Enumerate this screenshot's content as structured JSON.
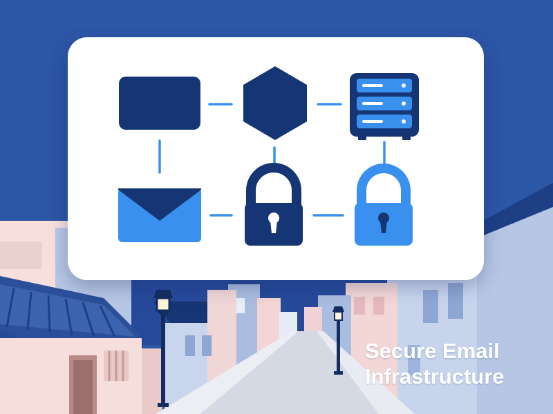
{
  "caption": {
    "line1": "Secure Email",
    "line2": "Infrastructure"
  },
  "diagram": {
    "nodes": [
      {
        "id": "monitor",
        "icon": "monitor-icon",
        "color": "#163574"
      },
      {
        "id": "hexagon",
        "icon": "hexagon-icon",
        "color": "#163574"
      },
      {
        "id": "server",
        "icon": "server-icon",
        "color": "#163574"
      },
      {
        "id": "envelope",
        "icon": "envelope-icon",
        "color": "#3a90ee"
      },
      {
        "id": "padlock-dark",
        "icon": "padlock-icon",
        "color": "#163574"
      },
      {
        "id": "padlock-light",
        "icon": "padlock-icon",
        "color": "#3a90ee"
      }
    ],
    "connections": [
      [
        "monitor",
        "hexagon"
      ],
      [
        "hexagon",
        "server"
      ],
      [
        "monitor",
        "envelope"
      ],
      [
        "hexagon",
        "padlock-dark"
      ],
      [
        "server",
        "padlock-light"
      ],
      [
        "envelope",
        "padlock-dark"
      ],
      [
        "padlock-dark",
        "padlock-light"
      ]
    ],
    "connector_color": "#3a90ee"
  },
  "colors": {
    "sky": "#2c56a6",
    "card": "#ffffff",
    "dark_navy": "#163574",
    "accent_blue": "#3a90ee",
    "street": "#d9dde6",
    "building_pink": "#f6dedc",
    "building_blue": "#a9bde0"
  }
}
